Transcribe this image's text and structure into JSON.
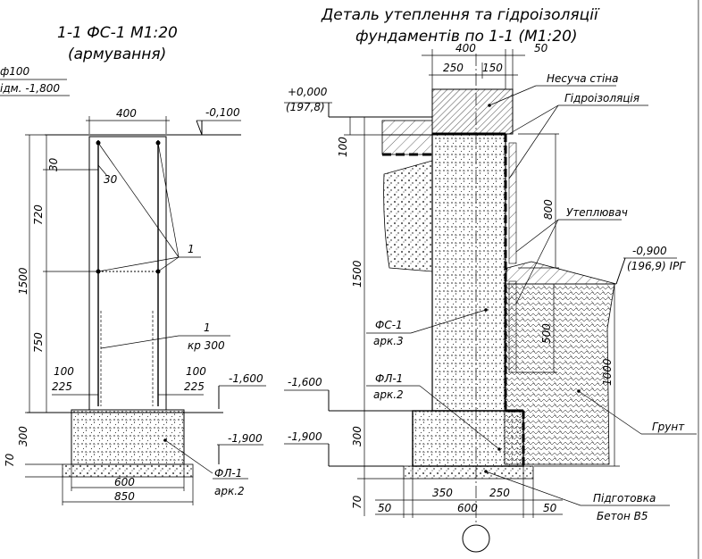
{
  "left": {
    "title": "1-1 ФС-1 М1:20",
    "subtitle": "(армування)",
    "note_top1": "ф100",
    "note_top2": "ідм. -1,800",
    "level_top": "-0,100",
    "level_mid": "-1,600",
    "level_bot": "-1,900",
    "dim_width_top": "400",
    "dim_30_a": "30",
    "dim_30_b": "30",
    "dim_720": "720",
    "dim_1500": "1500",
    "dim_750": "750",
    "dim_100_l": "100",
    "dim_225_l": "225",
    "dim_100_r": "100",
    "dim_225_r": "225",
    "dim_300": "300",
    "dim_70": "70",
    "dim_600": "600",
    "dim_850": "850",
    "callout_1a": "1",
    "callout_1b": "1",
    "callout_kr": "кр 300",
    "fl_label": "ФЛ-1",
    "fl_sheet": "арк.2"
  },
  "right": {
    "title_line1": "Деталь утеплення та гідроізоляції",
    "title_line2": "фундаментів по 1-1 (М1:20)",
    "level_zero": "+0,000",
    "level_zero_abs": "(197,8)",
    "level_ground": "-0,900",
    "level_ground_abs": "(196,9) IРГ",
    "level_mid": "-1,600",
    "level_bot": "-1,900",
    "dim_400": "400",
    "dim_250": "250",
    "dim_150": "150",
    "dim_50_top": "50",
    "dim_100": "100",
    "dim_1500": "1500",
    "dim_800": "800",
    "dim_500": "500",
    "dim_1000": "1000",
    "dim_300": "300",
    "dim_70": "70",
    "dim_50_l": "50",
    "dim_350": "350",
    "dim_250_b": "250",
    "dim_600": "600",
    "dim_50_r": "50",
    "label_wall": "Несуча стіна",
    "label_hydro": "Гідроізоляція",
    "label_insul": "Утеплювач",
    "label_soil": "Грунт",
    "label_prep1": "Підготовка",
    "label_prep2": "Бетон В5",
    "fs_label": "ФС-1",
    "fs_sheet": "арк.3",
    "fl_label": "ФЛ-1",
    "fl_sheet": "арк.2"
  }
}
